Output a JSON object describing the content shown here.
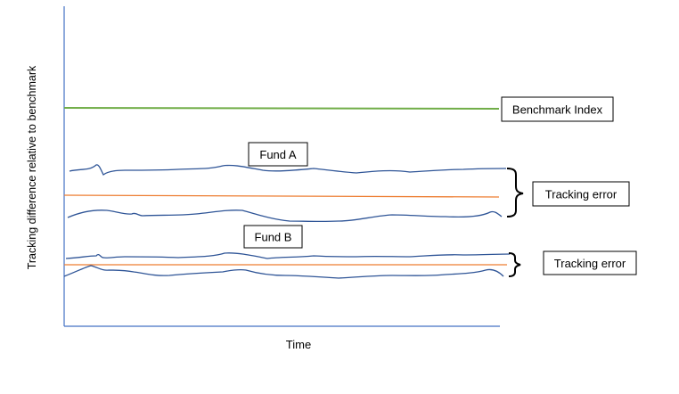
{
  "x_axis_label": "Time",
  "y_axis_label": "Tracking difference relative to benchmark",
  "labels": {
    "benchmark": "Benchmark Index",
    "fund_a": "Fund A",
    "fund_b": "Fund B",
    "tracking_error_a": "Tracking error",
    "tracking_error_b": "Tracking error"
  },
  "colors": {
    "axis": "#4472c4",
    "benchmark_line": "#70ad47",
    "fund_mean_line": "#ed7d31",
    "fund_band_line": "#2f5597",
    "brace": "#000000",
    "label_border": "#000000"
  }
}
